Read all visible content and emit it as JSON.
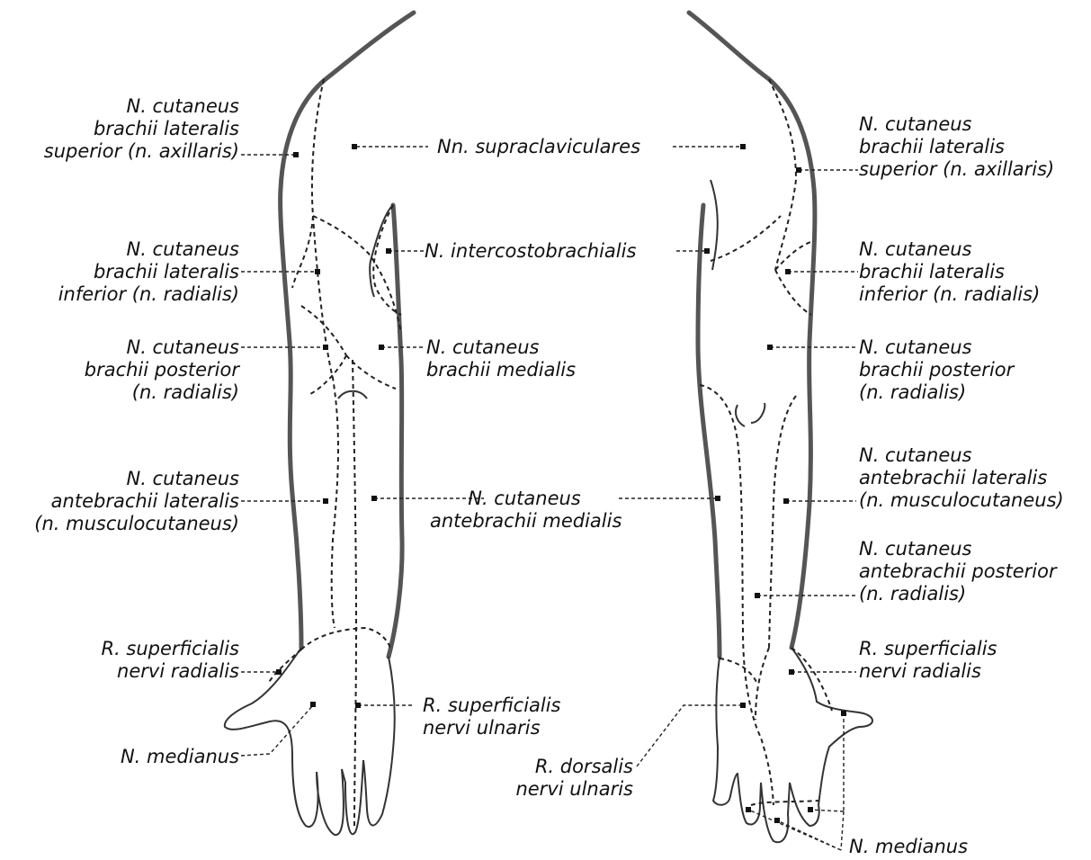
{
  "labels": {
    "axillaris_left": [
      "N. cutaneus",
      "brachii lateralis",
      "superior (n. axillaris)"
    ],
    "supraclaviculares": "Nn. supraclaviculares",
    "axillaris_right": [
      "N. cutaneus",
      "brachii lateralis",
      "superior (n. axillaris)"
    ],
    "radialis_inf_left": [
      "N. cutaneus",
      "brachii lateralis",
      "inferior (n. radialis)"
    ],
    "intercostobrachialis": "N. intercostobrachialis",
    "radialis_inf_right": [
      "N. cutaneus",
      "brachii lateralis",
      "inferior (n. radialis)"
    ],
    "brachii_post_left": [
      "N. cutaneus",
      "brachii posterior",
      "(n. radialis)"
    ],
    "brachii_medialis": [
      "N. cutaneus",
      "brachii medialis"
    ],
    "brachii_post_right": [
      "N. cutaneus",
      "brachii posterior",
      "(n. radialis)"
    ],
    "antebrachii_lat_left": [
      "N. cutaneus",
      "antebrachii lateralis",
      "(n. musculocutaneus)"
    ],
    "antebrachii_medialis": [
      "N. cutaneus",
      "antebrachii medialis"
    ],
    "antebrachii_lat_right": [
      "N. cutaneus",
      "antebrachii lateralis",
      "(n. musculocutaneus)"
    ],
    "antebrachii_post_right": [
      "N. cutaneus",
      "antebrachii posterior",
      "(n. radialis)"
    ],
    "superf_radialis_left": [
      "R. superficialis",
      "nervi radialis"
    ],
    "superf_radialis_right": [
      "R. superficialis",
      "nervi radialis"
    ],
    "superf_ulnaris": [
      "R. superficialis",
      "nervi ulnaris"
    ],
    "medianus_left": "N. medianus",
    "dorsalis_ulnaris": [
      "R. dorsalis",
      "nervi ulnaris"
    ],
    "medianus_right": "N. medianus"
  }
}
